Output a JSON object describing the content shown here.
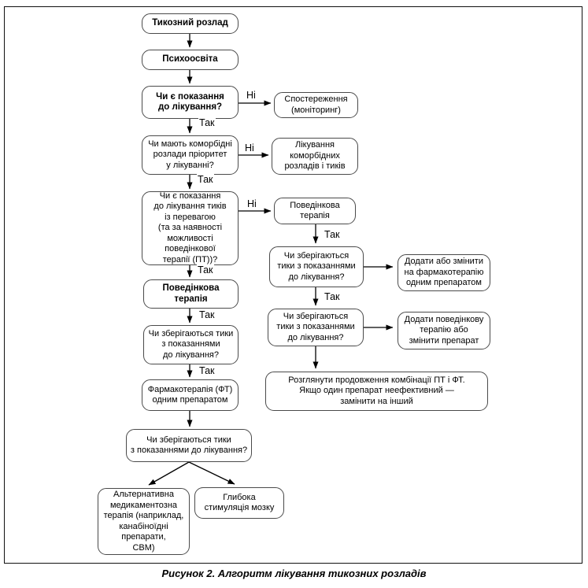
{
  "figure": {
    "caption": "Рисунок 2. Алгоритм лікування тикозних розладів"
  },
  "labels": {
    "yes": "Так",
    "no": "Ні"
  },
  "nodes": {
    "tic_disorder": "Тикозний розлад",
    "psychoeducation": "Психоосвіта",
    "q_indication": "Чи є показання\nдо лікування?",
    "observation": "Спостереження\n(моніторинг)",
    "q_comorbid": "Чи мають коморбідні\nрозлади пріоритет\nу лікуванні?",
    "comorbid_treatment": "Лікування\nкоморбідних\nрозладів і тиків",
    "q_tics_predominant": "Чи є показання\nдо лікування тиків\nіз перевагою\n(та за наявності\nможливості\nповедінкової\nтерапії (ПТ))?",
    "behavioral_therapy": "Поведінкова\nтерапія",
    "behavioral_therapy_right": "Поведінкова\nтерапія",
    "q_tics_persist_left": "Чи зберігаються тики\nз показаннями\nдо лікування?",
    "pharmacotherapy": "Фармакотерапія (ФТ)\nодним препаратом",
    "q_tics_persist_wide": "Чи зберігаються тики\nз показаннями до лікування?",
    "alternative_therapy": "Альтернативна\nмедикаментозна\nтерапія (наприклад,\nканабіноїдні\nпрепарати,\nСВМ)",
    "deep_brain_stimulation": "Глибока\nстимуляція мозку",
    "q_tics_persist_r1": "Чи зберігаються\nтики з показаннями\nдо лікування?",
    "add_pharmacotherapy": "Додати або змінити\nна фармакотерапію\nодним препаратом",
    "q_tics_persist_r2": "Чи зберігаються\nтики з показаннями\nдо лікування?",
    "add_behavioral": "Додати поведінкову\nтерапію або\nзмінити препарат",
    "continue_combination": "Розглянути продовження комбінації ПТ і ФТ.\nЯкщо один препарат неефективний —\nзамінити на інший"
  }
}
